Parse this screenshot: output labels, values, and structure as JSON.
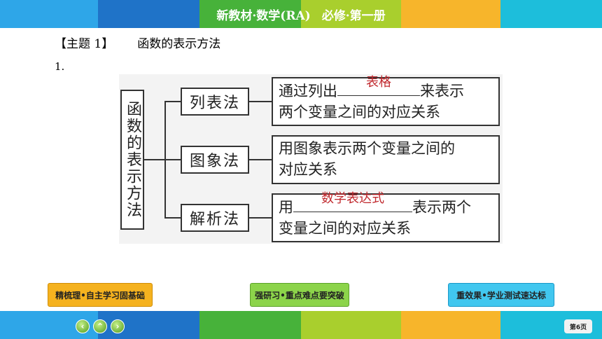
{
  "header": {
    "left": "新教材·数学(RA)",
    "right": "必修·第一册",
    "colors": [
      "#2ea6e8",
      "#1f73c8",
      "#47b23a",
      "#a9cf2d",
      "#f7b52b",
      "#1dbedb"
    ]
  },
  "heading": {
    "topic": "【主题 1】",
    "title": "函数的表示方法"
  },
  "item_number": "1.",
  "diagram": {
    "root": "函数的表示方法",
    "methods": [
      {
        "name": "列表法",
        "line1_before": "通过列出",
        "answer": "表格",
        "line1_after": "来表示",
        "line2": "两个变量之间的对应关系"
      },
      {
        "name": "图象法",
        "line1": "用图象表示两个变量之间的",
        "line2": "对应关系"
      },
      {
        "name": "解析法",
        "line1_before": "用",
        "answer": "数学表达式",
        "line1_after": "表示两个",
        "line2": "变量之间的对应关系"
      }
    ]
  },
  "nav": {
    "left": "精梳理•自主学习固基础",
    "center": "强研习•重点难点要突破",
    "right": "重效果•学业测试速达标"
  },
  "controls": {
    "prev": "‹",
    "home": "⌃",
    "next": "›"
  },
  "page": "第6页"
}
